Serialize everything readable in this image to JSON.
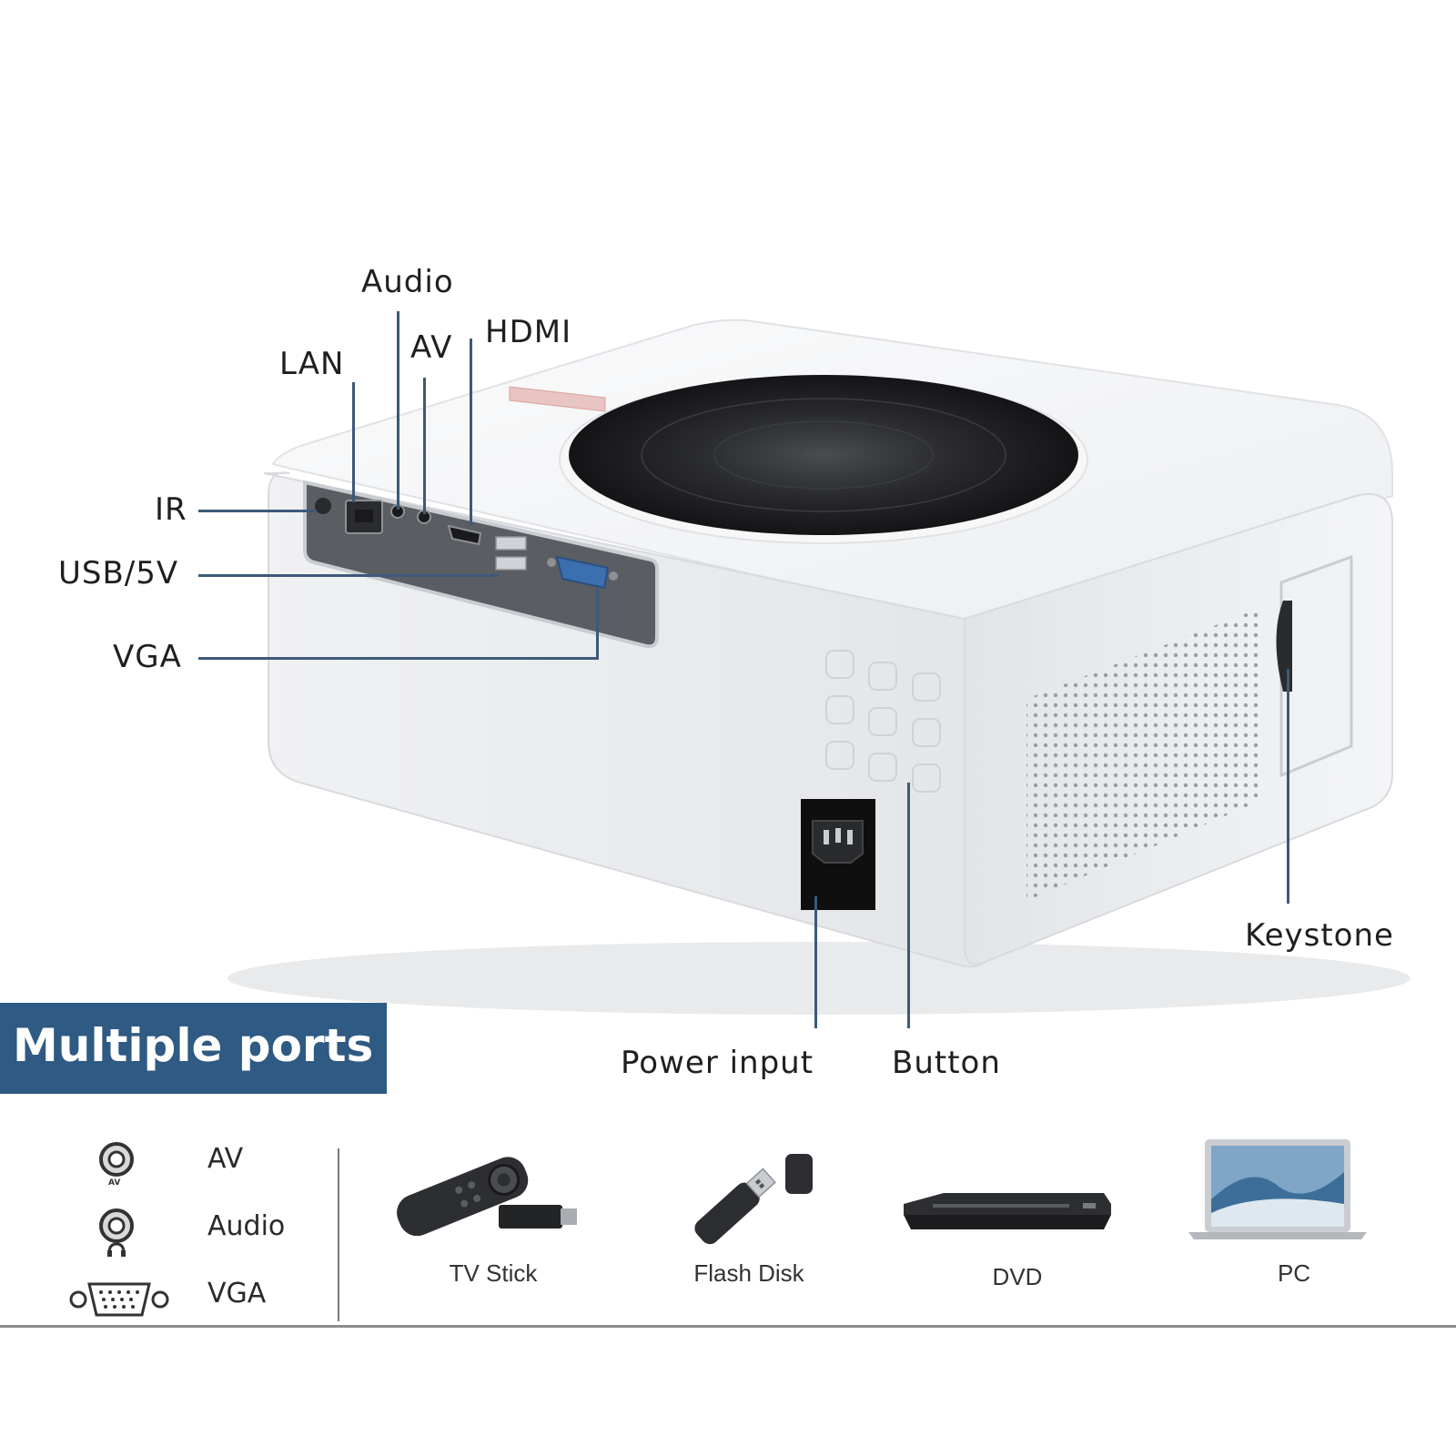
{
  "callouts": {
    "audio": "Audio",
    "av": "AV",
    "hdmi": "HDMI",
    "lan": "LAN",
    "ir": "IR",
    "usb": "USB/5V",
    "vga": "VGA",
    "keystone": "Keystone",
    "power_input": "Power input",
    "button": "Button"
  },
  "banner": {
    "title": "Multiple ports"
  },
  "legend": [
    {
      "icon": "av-port-icon",
      "icon_caption": "AV",
      "label": "AV"
    },
    {
      "icon": "audio-port-icon",
      "label": "Audio"
    },
    {
      "icon": "vga-port-icon",
      "label": "VGA"
    }
  ],
  "devices": [
    {
      "icon": "tv-stick-icon",
      "label": "TV Stick"
    },
    {
      "icon": "flash-disk-icon",
      "label": "Flash Disk"
    },
    {
      "icon": "dvd-player-icon",
      "label": "DVD"
    },
    {
      "icon": "laptop-icon",
      "label": "PC"
    }
  ],
  "colors": {
    "banner": "#2e5a83",
    "callout_line": "#3c5a78",
    "projector_body": "#f2f3f5",
    "port_panel": "#5a5d62",
    "lens_cap": "#1e1f22"
  }
}
